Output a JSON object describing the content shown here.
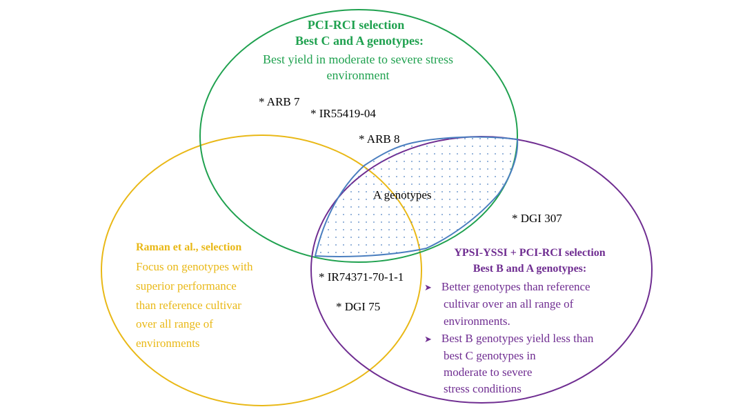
{
  "colors": {
    "pci_rci": "#1fa14f",
    "raman": "#e9b816",
    "ypsi": "#6f2d91",
    "overlap_outline": "#4a7ebf",
    "overlap_dots": "#4a7ebf"
  },
  "pci_rci": {
    "title": "PCI-RCI selection",
    "subtitle": "Best C and A genotypes:",
    "desc_line1": "Best yield in moderate to severe stress",
    "desc_line2": "environment"
  },
  "raman": {
    "title": "Raman et al., selection",
    "lines": [
      "Focus on genotypes with",
      "superior performance",
      "than reference cultivar",
      "over all range of",
      "environments"
    ]
  },
  "ypsi": {
    "title": "YPSI-YSSI + PCI-RCI  selection",
    "subtitle": "Best B and A genotypes:",
    "bullet1_lines": [
      "Better genotypes than reference",
      "cultivar over an all range of",
      "environments."
    ],
    "bullet2_lines": [
      "Best B genotypes yield less than",
      "best C genotypes in",
      "moderate to severe",
      "stress conditions"
    ]
  },
  "overlap": {
    "label": "A genotypes"
  },
  "genotypes": {
    "arb7": "* ARB 7",
    "ir55419": "* IR55419-04",
    "arb8": "* ARB 8",
    "dgi307": "* DGI 307",
    "ir74371": "* IR74371-70-1-1",
    "dgi75": "* DGI 75"
  }
}
